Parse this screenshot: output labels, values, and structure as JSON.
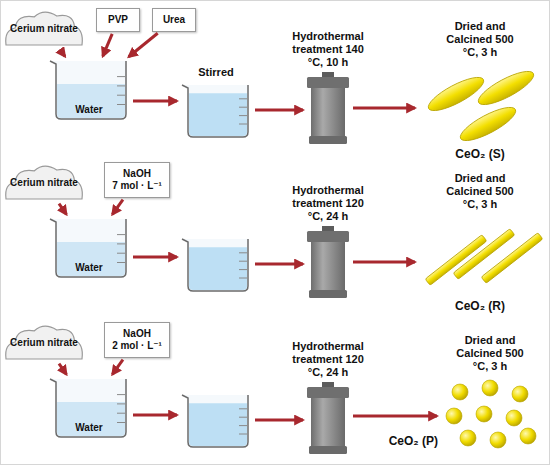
{
  "diagram": {
    "nodes": [
      {
        "text": [
          "Cerium nitrate"
        ]
      },
      {
        "text": [
          "PVP"
        ]
      },
      {
        "text": [
          "Urea"
        ]
      },
      {
        "text": [
          "Water"
        ]
      },
      {
        "text": [
          "Stirred"
        ]
      },
      {
        "text": [
          "Hydrothermal treatment 140 °C, 10 h"
        ]
      },
      {
        "text": [
          "Dried and Calcined 500 °C, 3 h",
          "CeO₂ (S)"
        ]
      },
      {
        "text": [
          "Cerium nitrate"
        ]
      },
      {
        "text": [
          "NaOH",
          "7 mol · L⁻¹"
        ]
      },
      {
        "text": [
          "Water"
        ]
      },
      {
        "text": []
      },
      {
        "text": [
          "Hydrothermal treatment 120 °C, 24 h"
        ]
      },
      {
        "text": [
          "Dried and Calcined 500 °C, 3 h",
          "CeO₂ (R)"
        ]
      },
      {
        "text": [
          "Cerium nitrate"
        ]
      },
      {
        "text": [
          "NaOH",
          "2 mol · L⁻¹"
        ]
      },
      {
        "text": [
          "Water"
        ]
      },
      {
        "text": []
      },
      {
        "text": [
          "Hydrothermal treatment 120 °C, 24 h"
        ]
      },
      {
        "text": [
          "Dried and Calcined 500 °C, 3 h",
          "CeO₂ (P)"
        ]
      }
    ],
    "edges": [
      {
        "from": 0,
        "to": 3,
        "arrow": "to"
      },
      {
        "from": 1,
        "to": 3,
        "arrow": "to"
      },
      {
        "from": 2,
        "to": 3,
        "arrow": "to"
      },
      {
        "from": 3,
        "to": 4,
        "arrow": "to"
      },
      {
        "from": 4,
        "to": 5,
        "arrow": "to"
      },
      {
        "from": 5,
        "to": 6,
        "arrow": "to"
      },
      {
        "from": 7,
        "to": 9,
        "arrow": "to"
      },
      {
        "from": 8,
        "to": 9,
        "arrow": "to"
      },
      {
        "from": 9,
        "to": 10,
        "arrow": "to"
      },
      {
        "from": 10,
        "to": 11,
        "arrow": "to"
      },
      {
        "from": 11,
        "to": 12,
        "arrow": "to"
      },
      {
        "from": 13,
        "to": 15,
        "arrow": "to"
      },
      {
        "from": 14,
        "to": 15,
        "arrow": "to"
      },
      {
        "from": 15,
        "to": 16,
        "arrow": "to"
      },
      {
        "from": 16,
        "to": 17,
        "arrow": "to"
      },
      {
        "from": 17,
        "to": 18,
        "arrow": "to"
      }
    ]
  }
}
